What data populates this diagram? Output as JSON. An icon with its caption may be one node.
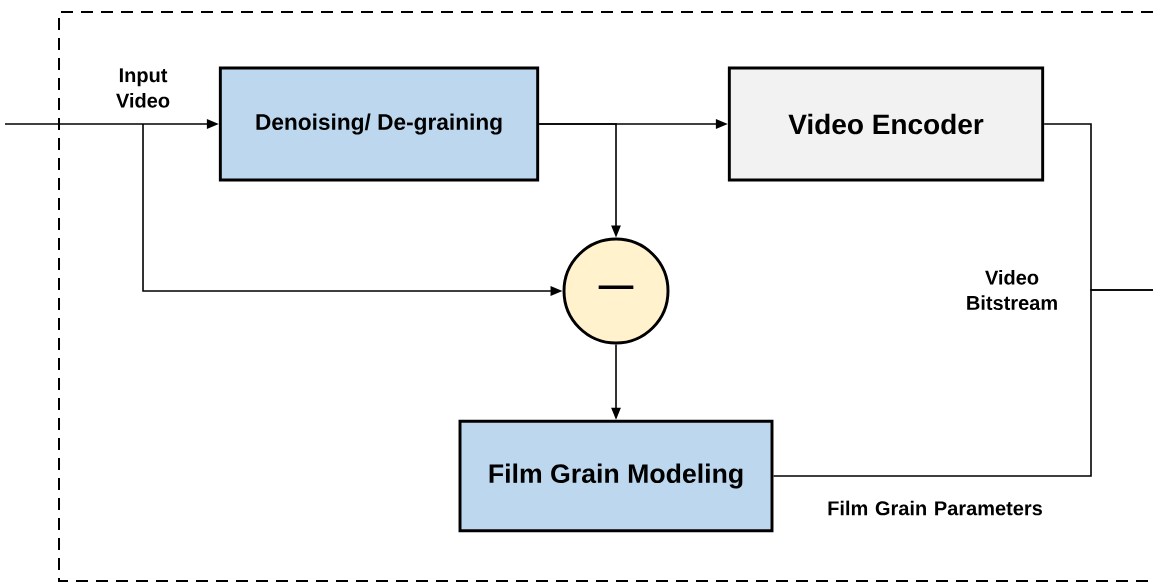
{
  "diagram": {
    "nodes": [
      {
        "text": [
          "Denoising/ De-graining"
        ]
      },
      {
        "text": [
          "Video Encoder"
        ]
      },
      {
        "text": [
          "—"
        ]
      },
      {
        "text": [
          "Film Grain Modeling"
        ]
      }
    ],
    "edges": [
      {
        "from": null,
        "to": 0,
        "arrow": "to",
        "label": "Input Video"
      },
      {
        "from": null,
        "to": 2,
        "arrow": "to"
      },
      {
        "from": 0,
        "to": 1,
        "arrow": "to"
      },
      {
        "from": 0,
        "to": 2,
        "arrow": "to"
      },
      {
        "from": 2,
        "to": 3,
        "arrow": "to"
      },
      {
        "from": 1,
        "to": null,
        "arrow": "none",
        "label": "Video Bitstream"
      },
      {
        "from": 3,
        "to": null,
        "arrow": "none",
        "label": "Film Grain Parameters"
      }
    ]
  }
}
